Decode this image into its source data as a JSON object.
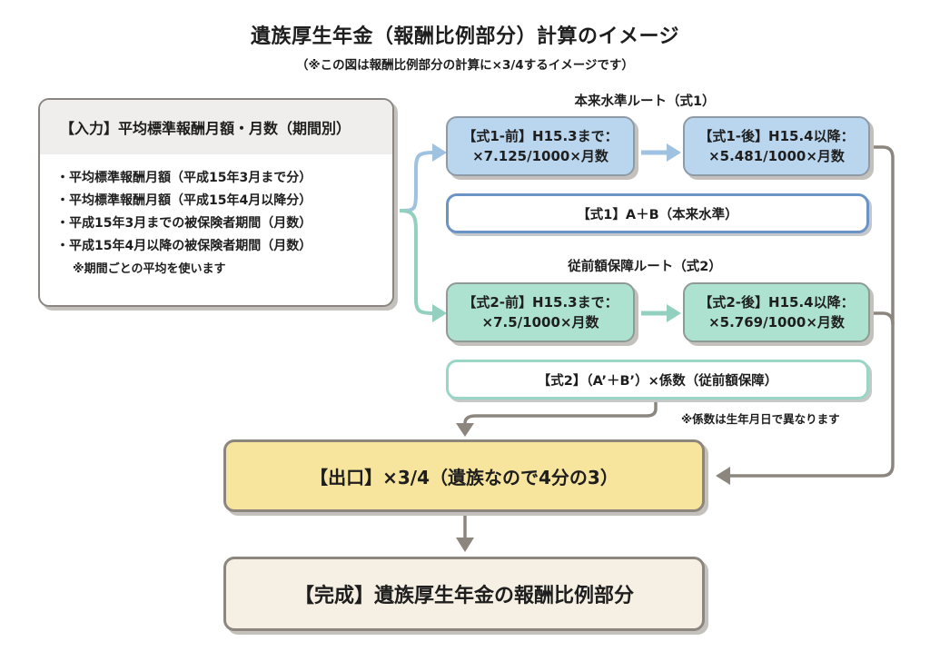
{
  "header": {
    "title": "遺族厚生年金（報酬比例部分）計算のイメージ",
    "subtitle": "（※この図は報酬比例部分の計算に×3/4するイメージです）"
  },
  "input": {
    "heading": "【入力】平均標準報酬月額・月数（期間別）",
    "items": [
      "平均標準報酬月額（平成15年3月まで分）",
      "平均標準報酬月額（平成15年4月以降分）",
      "平成15年3月までの被保険者期間（月数）",
      "平成15年4月以降の被保険者期間（月数）"
    ],
    "note": "※期間ごとの平均を使います"
  },
  "route1": {
    "label": "本来水準ルート（式1）",
    "before": {
      "line1": "【式1-前】H15.3まで：",
      "line2": "×7.125/1000×月数"
    },
    "after": {
      "line1": "【式1-後】H15.4以降：",
      "line2": "×5.481/1000×月数"
    },
    "sum": "【式1】A＋B（本来水準）"
  },
  "route2": {
    "label": "従前額保障ルート（式2）",
    "before": {
      "line1": "【式2-前】H15.3まで：",
      "line2": "×7.5/1000×月数"
    },
    "after": {
      "line1": "【式2-後】H15.4以降：",
      "line2": "×5.769/1000×月数"
    },
    "sum": "【式2】（A’＋B’）×係数（従前額保障）",
    "note": "※係数は生年月日で異なります"
  },
  "output": {
    "label": "【出口】×3/4（遺族なので4分の3）"
  },
  "final": {
    "label": "【完成】遺族厚生年金の報酬比例部分"
  },
  "colors": {
    "route1_fill": "#b9d6ee",
    "route1_arrow": "#9ec2e0",
    "route1_sum_border": "#6b94c6",
    "route2_fill": "#aee2d0",
    "route2_arrow": "#93d0bf",
    "route2_sum_border": "#9ad6c7",
    "output_fill": "#f8e59d",
    "final_fill": "#f5f0e3",
    "connector": "#8c867f"
  }
}
